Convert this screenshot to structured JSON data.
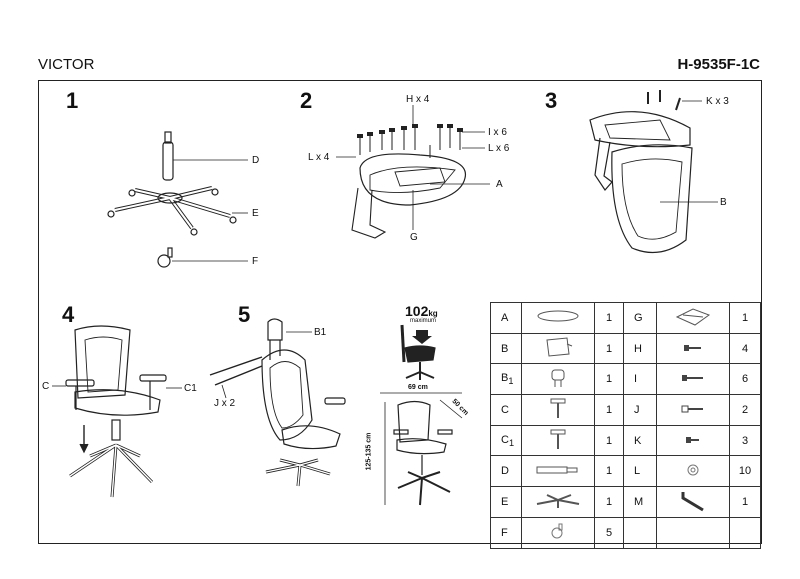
{
  "header": {
    "product_name": "VICTOR",
    "product_code": "H-9535F-1C"
  },
  "steps": [
    "1",
    "2",
    "3",
    "4",
    "5"
  ],
  "callouts": {
    "step1": [
      "D",
      "E",
      "F"
    ],
    "step2": [
      "H x 4",
      "I x 6",
      "L x 6",
      "L x 4",
      "A",
      "G"
    ],
    "step3": [
      "K x 3",
      "B"
    ],
    "step4": [
      "C",
      "C1"
    ],
    "step5": [
      "B1",
      "J x 2"
    ]
  },
  "specs": {
    "max_load": "102",
    "max_load_unit": "kg",
    "max_load_note": "maximum",
    "width": "69 cm",
    "depth": "50 cm",
    "height": "125-135 cm"
  },
  "parts_table": {
    "left": [
      {
        "id": "A",
        "sub": "",
        "qty": "1",
        "icon": "seat-icon"
      },
      {
        "id": "B",
        "sub": "",
        "qty": "1",
        "icon": "backrest-icon"
      },
      {
        "id": "B",
        "sub": "1",
        "qty": "1",
        "icon": "headrest-icon"
      },
      {
        "id": "C",
        "sub": "",
        "qty": "1",
        "icon": "armrest-left-icon"
      },
      {
        "id": "C",
        "sub": "1",
        "qty": "1",
        "icon": "armrest-right-icon"
      },
      {
        "id": "D",
        "sub": "",
        "qty": "1",
        "icon": "gas-lift-icon"
      },
      {
        "id": "E",
        "sub": "",
        "qty": "1",
        "icon": "base-icon"
      },
      {
        "id": "F",
        "sub": "",
        "qty": "5",
        "icon": "caster-icon"
      }
    ],
    "right": [
      {
        "id": "G",
        "sub": "",
        "qty": "1",
        "icon": "mechanism-icon"
      },
      {
        "id": "H",
        "sub": "",
        "qty": "4",
        "icon": "screw-icon"
      },
      {
        "id": "I",
        "sub": "",
        "qty": "6",
        "icon": "long-screw-icon"
      },
      {
        "id": "J",
        "sub": "",
        "qty": "2",
        "icon": "bolt-icon"
      },
      {
        "id": "K",
        "sub": "",
        "qty": "3",
        "icon": "short-screw-icon"
      },
      {
        "id": "L",
        "sub": "",
        "qty": "10",
        "icon": "washer-icon"
      },
      {
        "id": "M",
        "sub": "",
        "qty": "1",
        "icon": "allen-key-icon"
      },
      {
        "id": "",
        "sub": "",
        "qty": "",
        "icon": ""
      }
    ]
  }
}
